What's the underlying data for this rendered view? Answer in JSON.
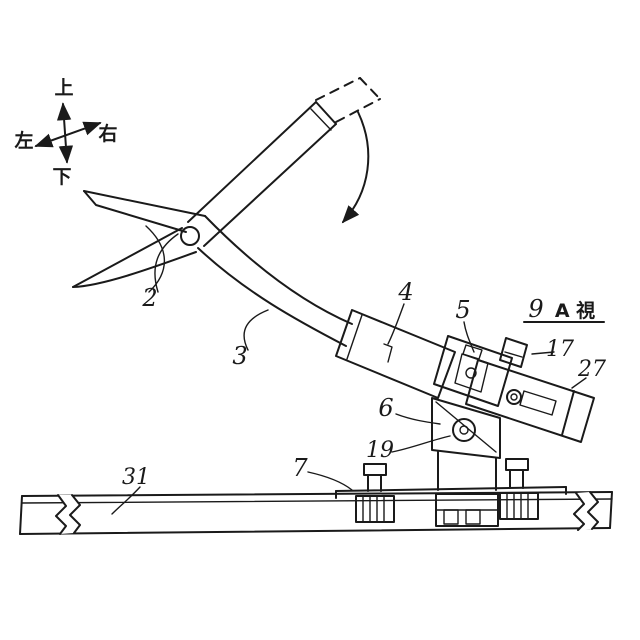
{
  "figure": {
    "description": "patent-style line drawing of snips tool clamped in an adjustable fixture on a base bar",
    "ink_color": "#1a1a1a",
    "background_color": "#ffffff"
  },
  "compass": {
    "up": "上",
    "down": "下",
    "left": "左",
    "right": "右"
  },
  "view_marker": {
    "ref": "9",
    "label": "A 視"
  },
  "refs": {
    "r2": "2",
    "r3": "3",
    "r4": "4",
    "r5": "5",
    "r6": "6",
    "r7": "7",
    "r17": "17",
    "r19": "19",
    "r27": "27",
    "r31": "31"
  }
}
